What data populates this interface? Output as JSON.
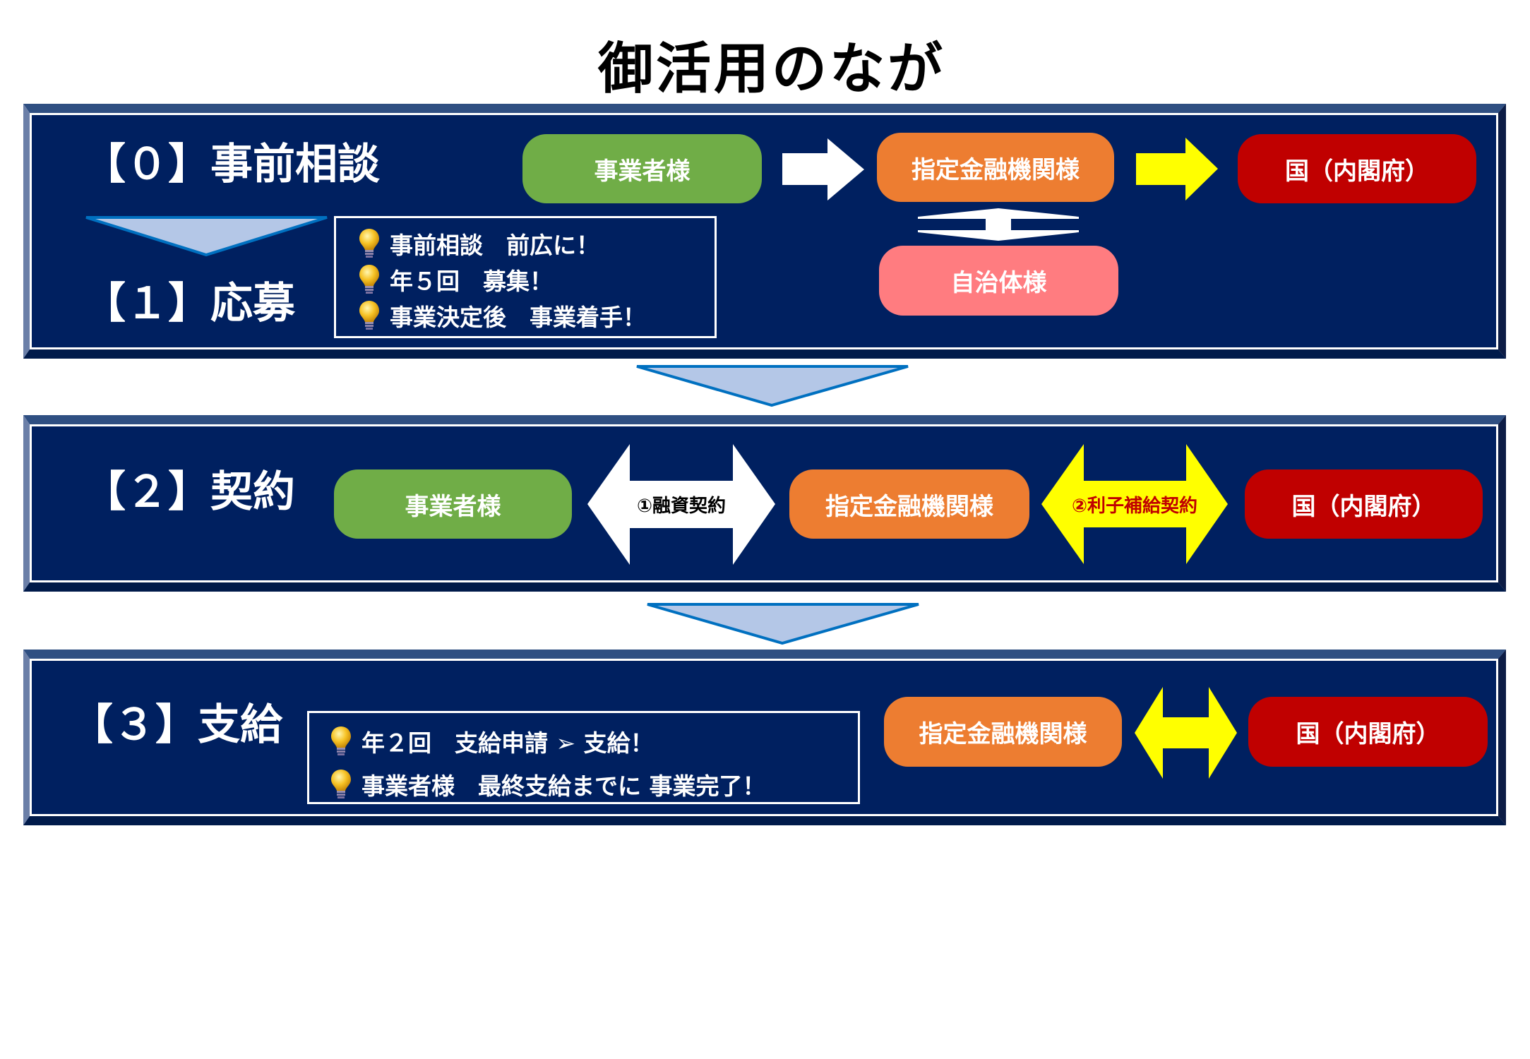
{
  "title": "御活用のながれ！",
  "colors": {
    "panel": "#002060",
    "business": "#70ad47",
    "bank": "#ed7d31",
    "government": "#c00000",
    "municipality": "#ff7c80",
    "flow_arrow_fill": "#b4c7e7",
    "flow_arrow_stroke": "#0070c0",
    "highlight_arrow": "#ffff00"
  },
  "steps": [
    {
      "heading": "【０】事前相談",
      "sub_heading": "【１】応募",
      "flow": {
        "business": "事業者様",
        "bank": "指定金融機関様",
        "government": "国（内閣府）",
        "municipality": "自治体様"
      },
      "tips": [
        {
          "icon": "lightbulb-icon",
          "text": "事前相談　前広に！"
        },
        {
          "icon": "lightbulb-icon",
          "text": "年５回　募集！"
        },
        {
          "icon": "lightbulb-icon",
          "text": "事業決定後　事業着手！"
        }
      ]
    },
    {
      "heading": "【２】契約",
      "flow": {
        "business": "事業者様",
        "loan_contract": "①融資契約",
        "bank": "指定金融機関様",
        "interest_subsidy_contract": "②利子補給契約",
        "government": "国（内閣府）"
      }
    },
    {
      "heading": "【３】支給",
      "flow": {
        "bank": "指定金融機関様",
        "government": "国（内閣府）"
      },
      "tips": [
        {
          "icon": "lightbulb-icon",
          "text": "年２回　支給申請 ➢ 支給！"
        },
        {
          "icon": "lightbulb-icon",
          "text": "事業者様　最終支給までに 事業完了！"
        }
      ]
    }
  ]
}
